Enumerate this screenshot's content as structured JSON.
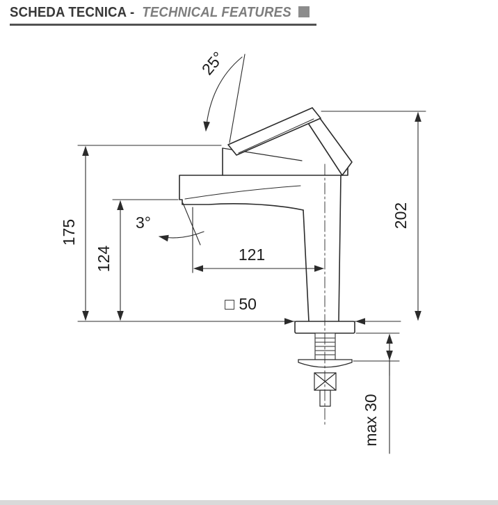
{
  "header": {
    "title_primary": "SCHEDA TECNICA -",
    "title_secondary": "TECHNICAL FEATURES"
  },
  "drawing": {
    "labels": {
      "handle_angle": "25°",
      "total_height": "202",
      "deck_to_spout_top": "175",
      "deck_to_outlet": "124",
      "spout_tilt": "3°",
      "spout_reach": "121",
      "base_section": "□ 50",
      "max_deck_thickness": "max 30"
    }
  },
  "colors": {
    "line": "#2b2b2b",
    "title_primary": "#383838",
    "title_secondary": "#7d7d7d",
    "accent_square": "#8c8c8c",
    "underline": "#515151",
    "footer_bar": "#d9d9d9"
  }
}
